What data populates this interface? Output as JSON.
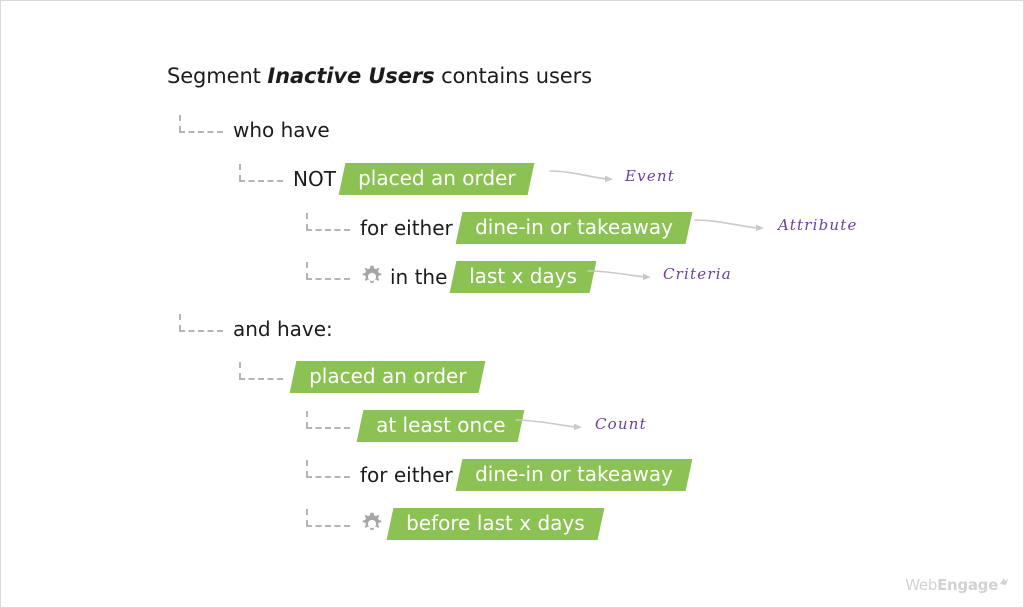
{
  "title": {
    "prefix": "Segment ",
    "emphasis": "Inactive Users",
    "suffix": " contains users"
  },
  "colors": {
    "chip_green": "#8cc153",
    "annotation_purple": "#6d3e9e",
    "connector_gray": "#b5b5b5",
    "text_black": "#1c1c1c",
    "logo_gray": "#d2d2d2"
  },
  "rows": [
    {
      "id": "who-have",
      "text": "who have"
    },
    {
      "id": "not-placed",
      "text": "NOT",
      "chip": "placed an order"
    },
    {
      "id": "for-either-1",
      "text": "for either",
      "chip": "dine-in or takeaway"
    },
    {
      "id": "in-the",
      "text": "in the",
      "chip": "last x days",
      "gear": "gear-icon"
    },
    {
      "id": "and-have",
      "text": "and have:"
    },
    {
      "id": "placed-an-order",
      "chip": "placed an order"
    },
    {
      "id": "at-least-once",
      "chip": "at least once"
    },
    {
      "id": "for-either-2",
      "text": "for either",
      "chip": "dine-in or takeaway"
    },
    {
      "id": "before-last",
      "chip": "before last x days",
      "gear": "gear-icon"
    }
  ],
  "annotations": [
    {
      "id": "event",
      "label": "Event"
    },
    {
      "id": "attribute",
      "label": "Attribute"
    },
    {
      "id": "criteria",
      "label": "Criteria"
    },
    {
      "id": "count",
      "label": "Count"
    }
  ],
  "logo": {
    "part1": "Web",
    "part2": "E",
    "part3": "ngage"
  }
}
